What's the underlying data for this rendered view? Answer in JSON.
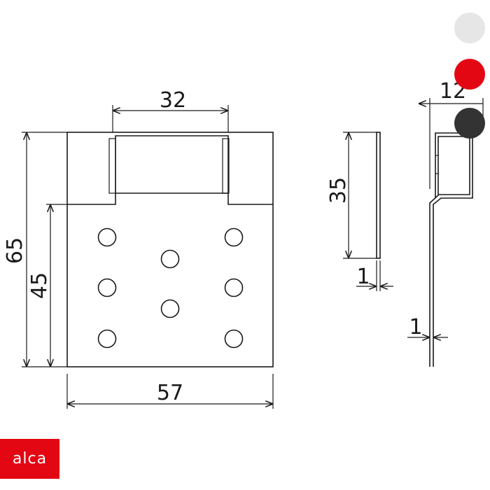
{
  "dimensions": {
    "top_width": "32",
    "total_height": "65",
    "lower_height": "45",
    "base_width": "57",
    "side_height": "35",
    "side_thickness": "1",
    "profile_depth": "12",
    "profile_thickness": "1"
  },
  "color_swatches": [
    {
      "name": "white",
      "color": "#e6e6e6"
    },
    {
      "name": "red",
      "color": "#e30613"
    },
    {
      "name": "black",
      "color": "#333333"
    }
  ],
  "logo": {
    "text": "alca",
    "color": "#e30613"
  }
}
